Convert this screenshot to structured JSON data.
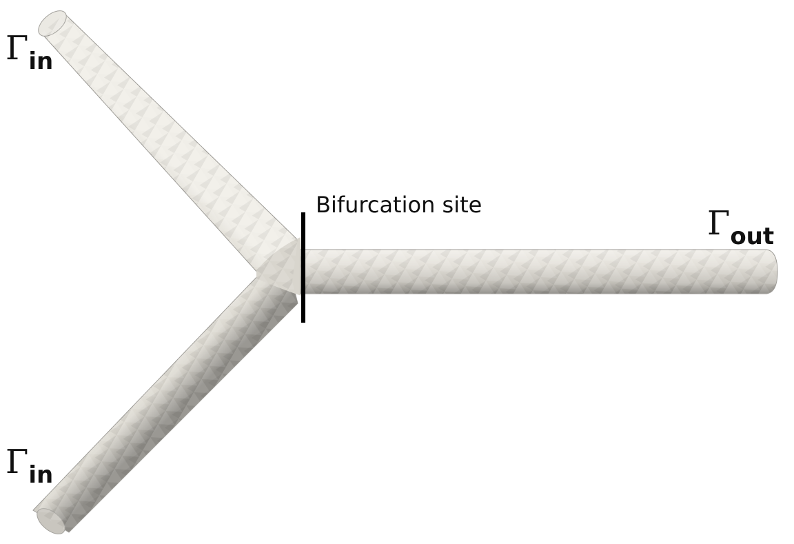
{
  "boundaries": {
    "inlet_top": {
      "symbol": "Γ",
      "subscript": "in"
    },
    "inlet_bottom": {
      "symbol": "Γ",
      "subscript": "in"
    },
    "outlet": {
      "symbol": "Γ",
      "subscript": "out"
    }
  },
  "annotation": {
    "bifurcation_label": "Bifurcation site"
  },
  "colors": {
    "vessel_fill": "#dedbd3",
    "vessel_shade": "#8e8c87",
    "marker": "#000000",
    "text": "#111111"
  }
}
